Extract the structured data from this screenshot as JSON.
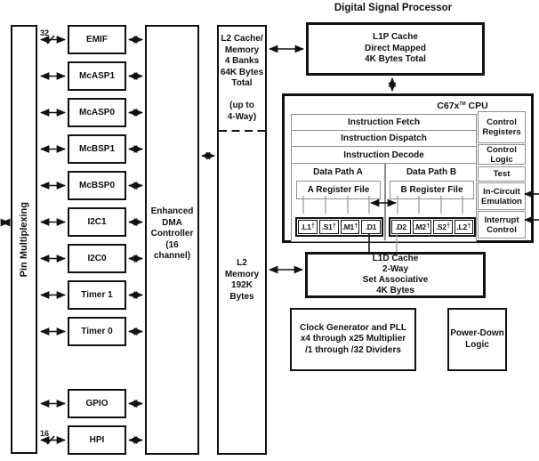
{
  "title": "Digital Signal Processor",
  "pin_mux_label": "Pin Multiplexing",
  "bus_widths": {
    "emif": "32",
    "hpi": "16"
  },
  "peripherals": [
    "EMIF",
    "McASP1",
    "McASP0",
    "McBSP1",
    "McBSP0",
    "I2C1",
    "I2C0",
    "Timer 1",
    "Timer 0",
    "GPIO",
    "HPI"
  ],
  "dma_label": "Enhanced\nDMA\nController\n(16 channel)",
  "l2_cache_label": "L2 Cache/\nMemory\n4 Banks\n64K Bytes\nTotal\n\n(up to\n4-Way)",
  "l2_memory_label": "L2\nMemory\n192K\nBytes",
  "l1p_label": "L1P Cache\nDirect Mapped\n4K Bytes Total",
  "l1d_label": "L1D Cache\n2-Way\nSet Associative\n4K Bytes",
  "clock_label": "Clock Generator and PLL\nx4 through x25 Multiplier\n/1 through /32 Dividers",
  "power_label": "Power-Down\nLogic",
  "cpu": {
    "name": "C67x",
    "trademark": "TM",
    "name_suffix": " CPU",
    "pipeline_rows": [
      "Instruction Fetch",
      "Instruction Dispatch",
      "Instruction Decode"
    ],
    "datapath_a": "Data Path A",
    "datapath_b": "Data Path B",
    "register_a": "A Register File",
    "register_b": "B Register File",
    "units_a": [
      {
        "name": ".L1",
        "sup": "†"
      },
      {
        "name": ".S1",
        "sup": "†"
      },
      {
        "name": ".M1",
        "sup": "†"
      },
      {
        "name": ".D1",
        "sup": ""
      }
    ],
    "units_b": [
      {
        "name": ".D2",
        "sup": ""
      },
      {
        "name": ".M2",
        "sup": "†"
      },
      {
        "name": ".S2",
        "sup": "†"
      },
      {
        "name": ".L2",
        "sup": "†"
      }
    ],
    "side_blocks": [
      "Control\nRegisters",
      "Control\nLogic",
      "Test",
      "In-Circuit\nEmulation",
      "Interrupt\nControl"
    ]
  }
}
